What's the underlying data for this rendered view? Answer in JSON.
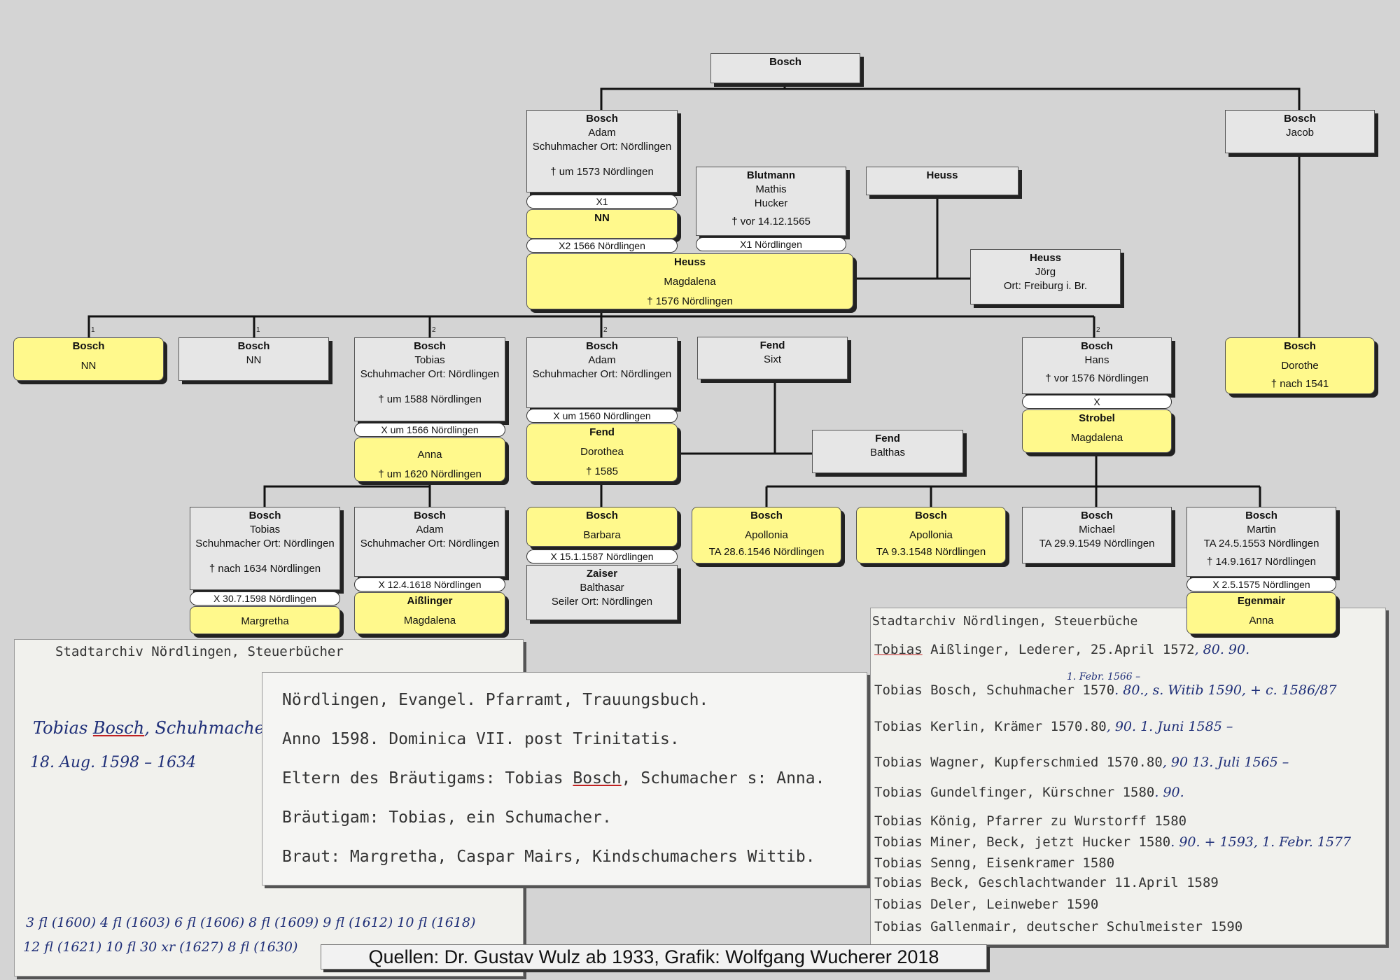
{
  "tree": {
    "persons": [
      {
        "id": "bosch_root",
        "lines": [
          "Bosch"
        ]
      },
      {
        "id": "adam_sen",
        "lines": [
          "Bosch",
          "Adam",
          "Schuhmacher Ort: Nördlingen",
          "",
          "† um 1573 Nördlingen"
        ]
      },
      {
        "id": "jacob",
        "lines": [
          "Bosch",
          "Jacob"
        ]
      },
      {
        "id": "blutmann",
        "lines": [
          "Blutmann",
          "Mathis",
          "Hucker",
          "† vor 14.12.1565"
        ]
      },
      {
        "id": "heuss_top",
        "lines": [
          "Heuss"
        ]
      },
      {
        "id": "nn_wife",
        "lines": [
          "NN"
        ]
      },
      {
        "id": "magdalena_heuss",
        "lines": [
          "Heuss",
          "Magdalena",
          "† 1576 Nördlingen"
        ]
      },
      {
        "id": "heuss_joerg",
        "lines": [
          "Heuss",
          "Jörg",
          "Ort: Freiburg i. Br."
        ]
      },
      {
        "id": "bosch_nn_1",
        "lines": [
          "Bosch",
          "NN"
        ]
      },
      {
        "id": "bosch_nn_2",
        "lines": [
          "Bosch",
          "NN"
        ]
      },
      {
        "id": "tobias_sen",
        "lines": [
          "Bosch",
          "Tobias",
          "Schuhmacher Ort: Nördlingen",
          "",
          "† um 1588 Nördlingen"
        ]
      },
      {
        "id": "adam_jun",
        "lines": [
          "Bosch",
          "Adam",
          "Schuhmacher Ort: Nördlingen"
        ]
      },
      {
        "id": "fend_sixt",
        "lines": [
          "Fend",
          "Sixt"
        ]
      },
      {
        "id": "hans",
        "lines": [
          "Bosch",
          "Hans",
          "† vor 1576 Nördlingen"
        ]
      },
      {
        "id": "dorothe",
        "lines": [
          "Bosch",
          "Dorothe",
          "† nach 1541"
        ]
      },
      {
        "id": "anna",
        "lines": [
          "Anna",
          "† um 1620 Nördlingen"
        ]
      },
      {
        "id": "dorothea_fend",
        "lines": [
          "Fend",
          "Dorothea",
          "† 1585"
        ]
      },
      {
        "id": "fend_balthas",
        "lines": [
          "Fend",
          "Balthas"
        ]
      },
      {
        "id": "magdalena_strobel",
        "lines": [
          "Strobel",
          "Magdalena"
        ]
      },
      {
        "id": "tobias_jun",
        "lines": [
          "Bosch",
          "Tobias",
          "Schuhmacher Ort: Nördlingen",
          "",
          "† nach 1634 Nördlingen"
        ]
      },
      {
        "id": "adam_3",
        "lines": [
          "Bosch",
          "Adam",
          "Schuhmacher Ort: Nördlingen"
        ]
      },
      {
        "id": "barbara",
        "lines": [
          "Bosch",
          "Barbara"
        ]
      },
      {
        "id": "apollonia_1",
        "lines": [
          "Bosch",
          "Apollonia",
          "TA 28.6.1546 Nördlingen"
        ]
      },
      {
        "id": "apollonia_2",
        "lines": [
          "Bosch",
          "Apollonia",
          "TA 9.3.1548 Nördlingen"
        ]
      },
      {
        "id": "michael",
        "lines": [
          "Bosch",
          "Michael",
          "TA 29.9.1549 Nördlingen"
        ]
      },
      {
        "id": "martin",
        "lines": [
          "Bosch",
          "Martin",
          "TA 24.5.1553 Nördlingen",
          "† 14.9.1617 Nördlingen"
        ]
      },
      {
        "id": "margretha",
        "lines": [
          "Margretha"
        ]
      },
      {
        "id": "magdalena_aisslinger",
        "lines": [
          "Aißlinger",
          "Magdalena"
        ]
      },
      {
        "id": "zaiser",
        "lines": [
          "Zaiser",
          "Balthasar",
          "Seiler Ort: Nördlingen"
        ]
      },
      {
        "id": "anna_egenmair",
        "lines": [
          "Egenmair",
          "Anna"
        ]
      }
    ],
    "marriages": [
      {
        "id": "m_adam_nn",
        "text": "X1"
      },
      {
        "id": "m_adam_heuss",
        "text": "X2 1566 Nördlingen"
      },
      {
        "id": "m_blutmann",
        "text": "X1 Nördlingen"
      },
      {
        "id": "m_tobias_anna",
        "text": "X um 1566 Nördlingen"
      },
      {
        "id": "m_adam_fend",
        "text": "X um 1560 Nördlingen"
      },
      {
        "id": "m_hans",
        "text": "X"
      },
      {
        "id": "m_tobias_margretha",
        "text": "X 30.7.1598 Nördlingen"
      },
      {
        "id": "m_adam_aisslinger",
        "text": "X 12.4.1618 Nördlingen"
      },
      {
        "id": "m_barbara",
        "text": "X 15.1.1587 Nördlingen"
      },
      {
        "id": "m_martin",
        "text": "X 2.5.1575 Nördlingen"
      }
    ],
    "generation_marks": [
      {
        "id": "g1",
        "text": "1"
      },
      {
        "id": "g2",
        "text": "1"
      },
      {
        "id": "g3",
        "text": "2"
      },
      {
        "id": "g4",
        "text": "2"
      },
      {
        "id": "g5",
        "text": "2"
      }
    ]
  },
  "cards": {
    "steuer_left": {
      "header": "Stadtarchiv Nördlingen, Steuerbücher",
      "name_prefix": "Tobias ",
      "name_underlined": "Bosch",
      "name_suffix": ", Schuhmacher",
      "dates": "18. Aug. 1598 – 1634",
      "taxes_1": "3 fl (1600) 4 fl (1603) 6 fl (1606) 8 fl (1609) 9 fl (1612) 10 fl (1618)",
      "taxes_2": "12 fl (1621) 10 fl 30 xr (1627) 8 fl (1630)"
    },
    "trauung": {
      "line1": "Nördlingen, Evangel. Pfarramt, Trauungsbuch.",
      "line2": "Anno 1598. Dominica VII. post Trinitatis.",
      "line3_prefix": "Eltern des Bräutigams: Tobias ",
      "line3_underlined": "Bosch",
      "line3_suffix": ", Schumacher s: Anna.",
      "line4": "Bräutigam: Tobias, ein Schumacher.",
      "line5": "Braut: Margretha, Caspar Mairs, Kindschumachers Wittib."
    },
    "steuer_right": {
      "header": "Stadtarchiv Nördlingen, Steuerbüche",
      "entries": [
        {
          "typed_u": "Tobias",
          "typed": " Aißlinger, Lederer, 25.April 1572",
          "note": ", 80. 90."
        },
        {
          "typed_u": "",
          "typed": "Tobias Bosch, Schuhmacher 1570",
          "note": ". 80., s. Witib 1590, + c. 1586/87",
          "note_above": "1. Febr. 1566 –"
        },
        {
          "typed_u": "",
          "typed": "Tobias Kerlin, Krämer 1570.80",
          "note": ", 90.  1. Juni 1585 –"
        },
        {
          "typed_u": "",
          "typed": "Tobias Wagner, Kupferschmied 1570.80",
          "note": ", 90  13. Juli 1565 –"
        },
        {
          "typed_u": "",
          "typed": "Tobias Gundelfinger, Kürschner 1580",
          "note": ". 90."
        },
        {
          "typed_u": "",
          "typed": "Tobias König, Pfarrer zu Wurstorff 1580",
          "note": ""
        },
        {
          "typed_u": "",
          "typed": "Tobias Miner, Beck, jetzt Hucker 1580",
          "note": ". 90.  + 1593, 1. Febr. 1577"
        },
        {
          "typed_u": "",
          "typed": "Tobias Senng, Eisenkramer 1580",
          "note": ""
        },
        {
          "typed_u": "",
          "typed": "Tobias Beck, Geschlachtwander 11.April 1589",
          "note": ""
        },
        {
          "typed_u": "",
          "typed": "Tobias Deler, Leinweber 1590",
          "note": ""
        },
        {
          "typed_u": "",
          "typed": "Tobias Gallenmair, deutscher Schulmeister 1590",
          "note": ""
        }
      ]
    }
  },
  "credit": "Quellen: Dr. Gustav Wulz ab 1933, Grafik: Wolfgang Wucherer 2018"
}
